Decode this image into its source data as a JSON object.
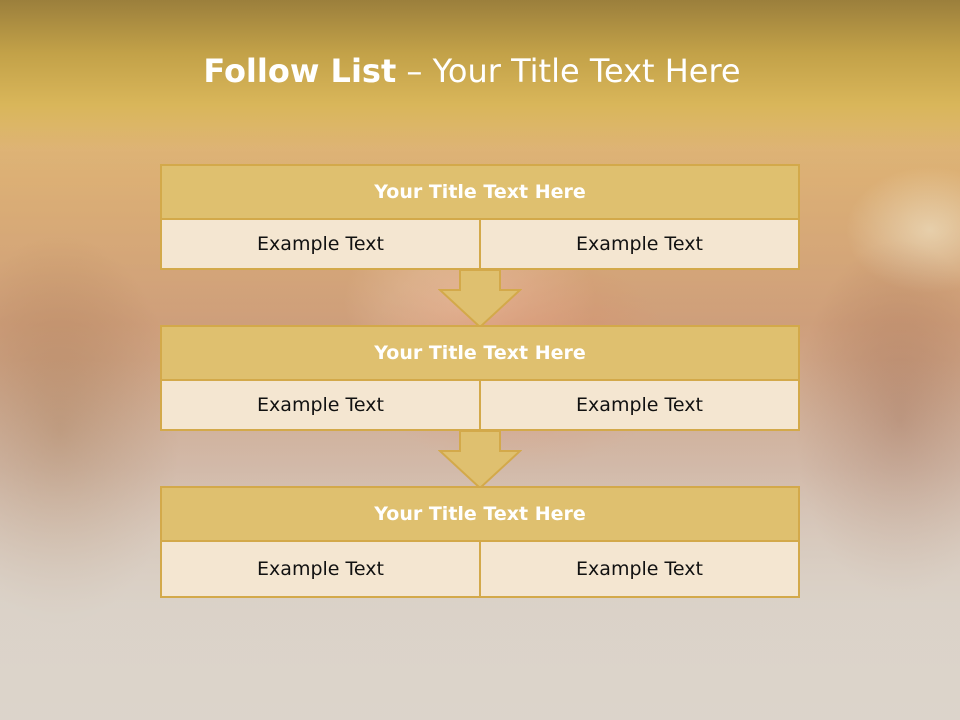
{
  "slide": {
    "title_bold": "Follow List",
    "title_rest": " – Your Title Text Here"
  },
  "steps": [
    {
      "title": "Your Title Text Here",
      "left": "Example Text",
      "right": "Example Text"
    },
    {
      "title": "Your Title Text Here",
      "left": "Example Text",
      "right": "Example Text"
    },
    {
      "title": "Your Title Text Here",
      "left": "Example Text",
      "right": "Example Text"
    }
  ],
  "colors": {
    "header_fill": "#dfc06f",
    "border": "#d3a94a",
    "cell_fill": "#f4e6d1",
    "arrow_fill": "#dfc06f"
  },
  "icons": [
    "down-arrow-icon",
    "down-arrow-icon"
  ]
}
